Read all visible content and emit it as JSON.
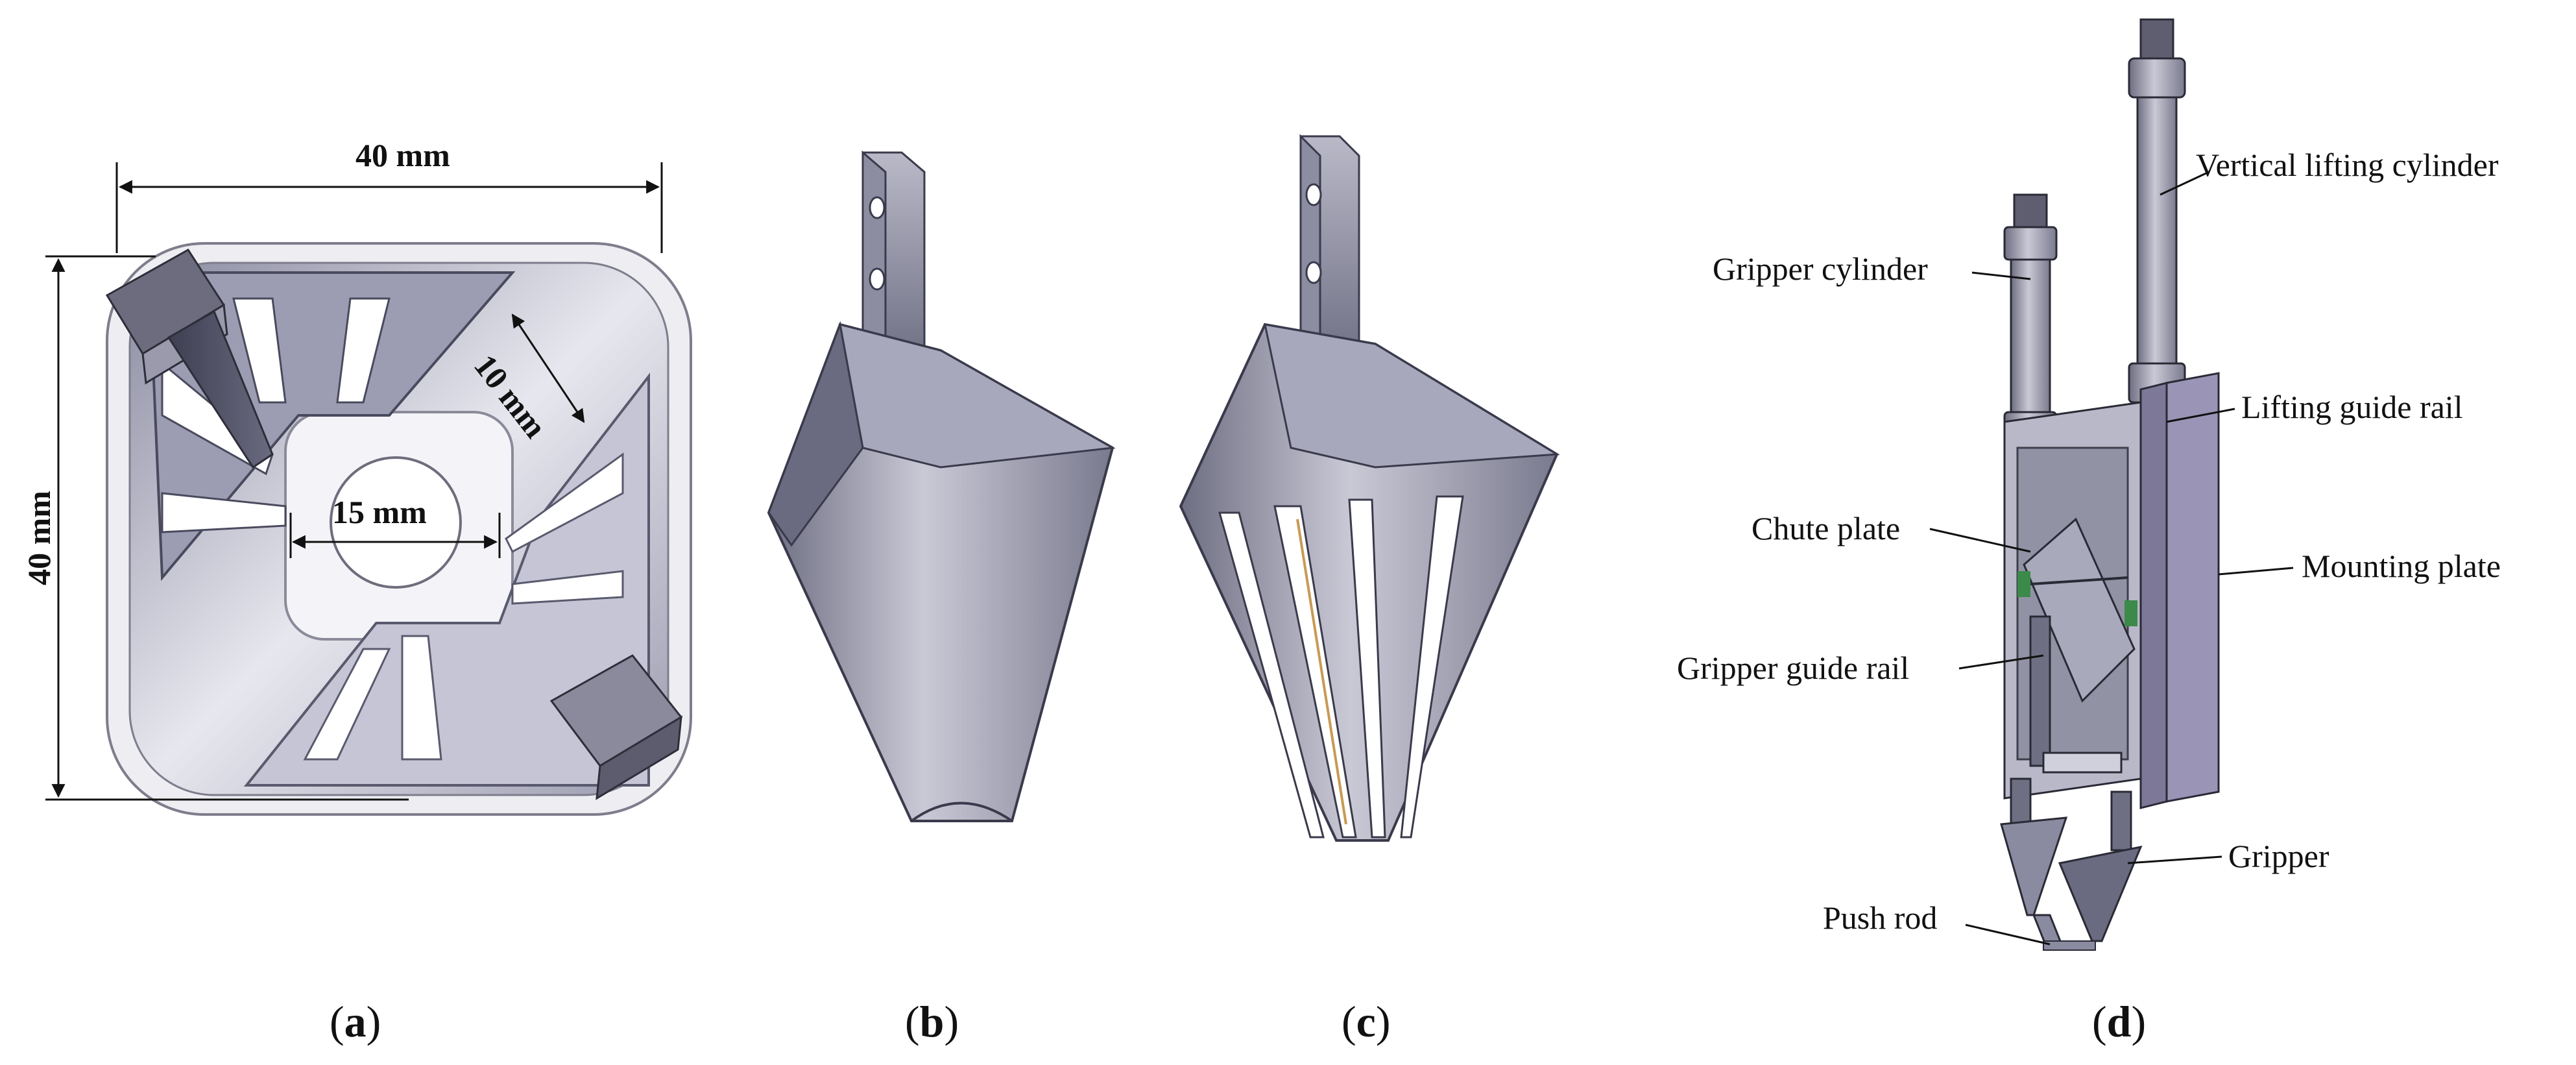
{
  "figure": {
    "panels": [
      {
        "id": "a",
        "caption_letter": "a"
      },
      {
        "id": "b",
        "caption_letter": "b"
      },
      {
        "id": "c",
        "caption_letter": "c"
      },
      {
        "id": "d",
        "caption_letter": "d"
      }
    ],
    "dimensions": {
      "width_top": "40 mm",
      "height_left": "40 mm",
      "inner_diameter": "15 mm",
      "finger_width": "10 mm"
    },
    "part_labels": {
      "vertical_lifting_cylinder": "Vertical lifting cylinder",
      "gripper_cylinder": "Gripper cylinder",
      "lifting_guide_rail": "Lifting guide rail",
      "chute_plate": "Chute plate",
      "mounting_plate": "Mounting plate",
      "gripper_guide_rail": "Gripper guide rail",
      "gripper": "Gripper",
      "push_rod": "Push rod"
    }
  }
}
